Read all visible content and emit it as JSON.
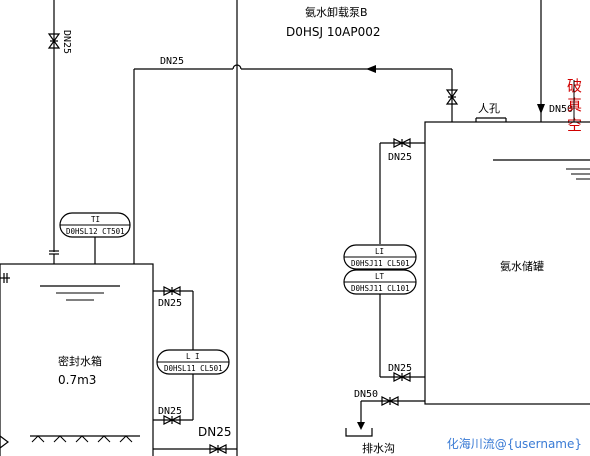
{
  "pump": {
    "name": "氨水卸载泵B",
    "tag": "D0HSJ 10AP002"
  },
  "pipes": {
    "left_vertical": "DN25",
    "main_header": "DN25",
    "tank_inlet": "DN50",
    "tank_top_branch": "DN25",
    "tank_bottom_branch": "DN25",
    "drain": "DN50",
    "seal_top_branch": "DN25",
    "seal_bottom_branch": "DN25",
    "seal_outlet": "DN25"
  },
  "instruments": {
    "ti": {
      "type": "TI",
      "tag": "D0HSL12 CT501"
    },
    "seal_li": {
      "type": "L I",
      "tag": "D0HSL11 CL501"
    },
    "tank_li": {
      "type": "LI",
      "tag": "D0HSJ11 CL501"
    },
    "tank_lt": {
      "type": "LT",
      "tag": "D0HSJ11 CL101"
    }
  },
  "equipment": {
    "seal_tank": {
      "name": "密封水箱",
      "volume": "0.7m3"
    },
    "storage_tank": {
      "name": "氨水储罐",
      "manhole": "人孔"
    },
    "drain": {
      "name": "排水沟"
    }
  },
  "annotations": {
    "vacuum_breaker": [
      "破",
      "真",
      "空"
    ]
  },
  "watermark": "化海川流@{username}"
}
